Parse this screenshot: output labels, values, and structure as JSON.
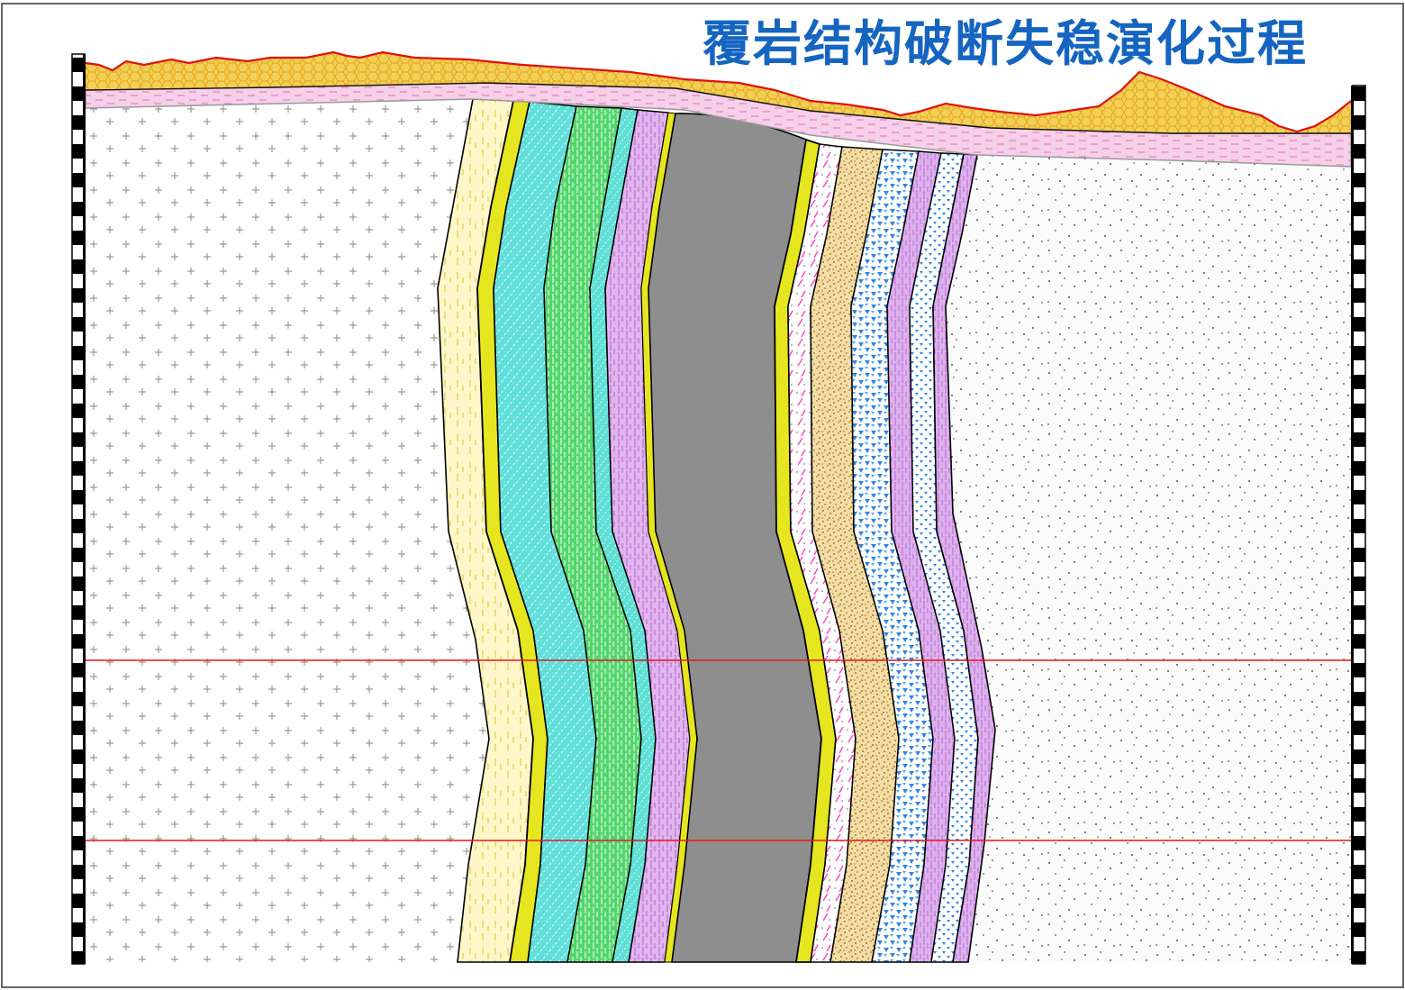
{
  "figure": {
    "title": "覆岩结构破断失稳演化过程",
    "title_color": "#1565c0"
  },
  "scale_bars": {
    "left": {
      "tick_labels": []
    },
    "right": {
      "tick_labels": []
    }
  },
  "colors": {
    "loess": "#f2cf57",
    "loess_outline": "#e01010",
    "red_soil": "#f6cfe8",
    "bedrock_gray_line": "#9a9a9a",
    "pale_yellow": "#fff7c9",
    "yellow_coal": "#e6e620",
    "cyan": "#61dfda",
    "green": "#52d66c",
    "lilac": "#e0b6ee",
    "coal_seam": "#8e8e8e",
    "pink_dash": "#ff40c0",
    "tan": "#f2dca8",
    "blue_tri": "#2f86e6",
    "marker_line": "#e0191b"
  },
  "icons": {
    "plus_pattern": "granite-plus-symbol",
    "dot_pattern": "sandstone-dot-symbol",
    "hex_pattern": "loess-honeycomb-symbol",
    "triangle_pattern": "conglomerate-triangle-symbol"
  }
}
